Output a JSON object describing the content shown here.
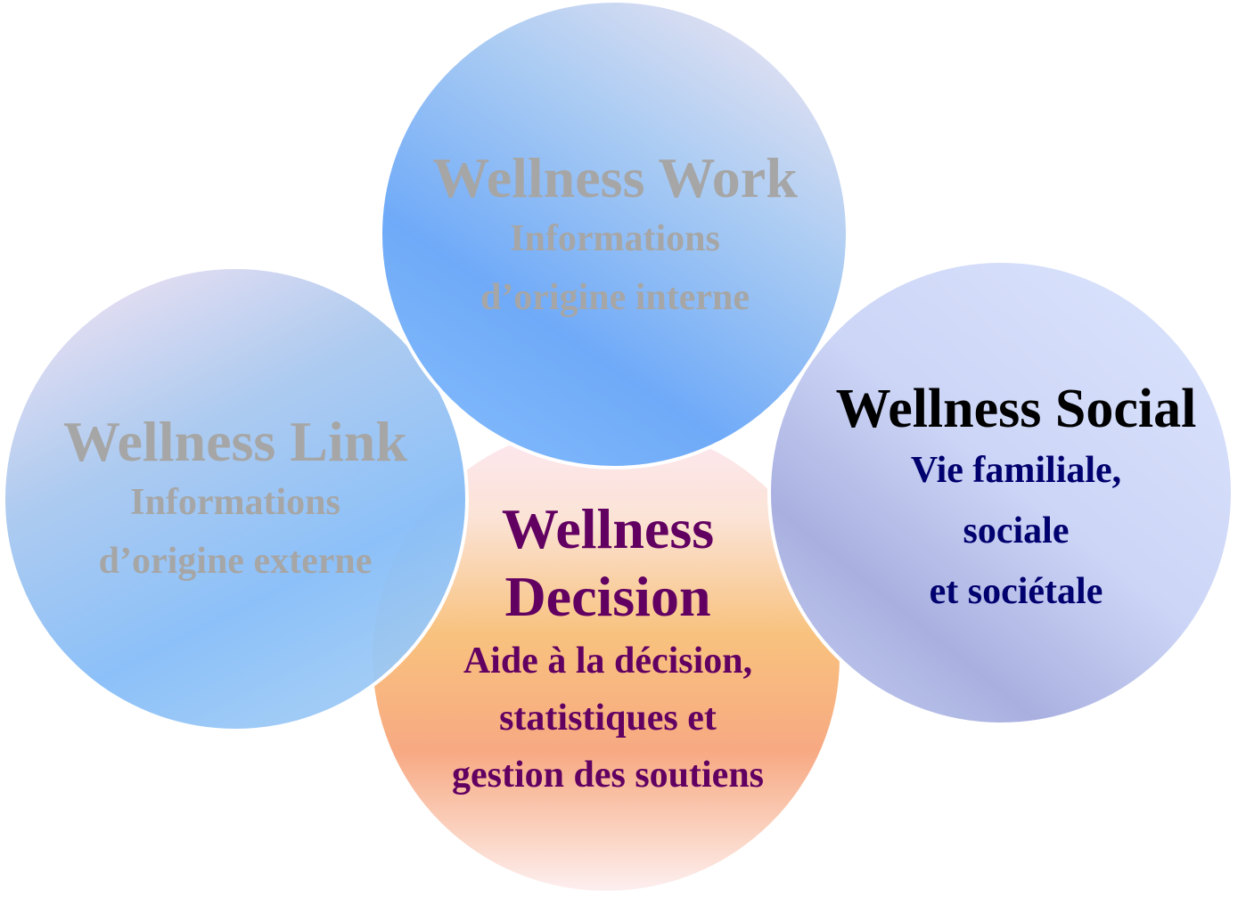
{
  "diagram": {
    "work": {
      "title": "Wellness Work",
      "lines": [
        "Informations",
        "d’origine interne"
      ]
    },
    "link": {
      "title": "Wellness Link",
      "lines": [
        "Informations",
        "d’origine externe"
      ]
    },
    "social": {
      "title": "Wellness Social",
      "lines": [
        "Vie familiale,",
        "sociale",
        "et sociétale"
      ]
    },
    "decision": {
      "title_lines": [
        "Wellness",
        "Decision"
      ],
      "lines": [
        "Aide à la décision,",
        "statistiques et",
        "gestion des soutiens"
      ]
    },
    "colors": {
      "work_fill": "#7fb6f8",
      "link_fill": "#8fc0f6",
      "social_fill": "#c3ccf2",
      "decision_fill": "#f7b98a",
      "muted_text": "#a6a6a6",
      "social_title": "#000000",
      "social_text": "#00006e",
      "decision_text": "#620062"
    }
  }
}
